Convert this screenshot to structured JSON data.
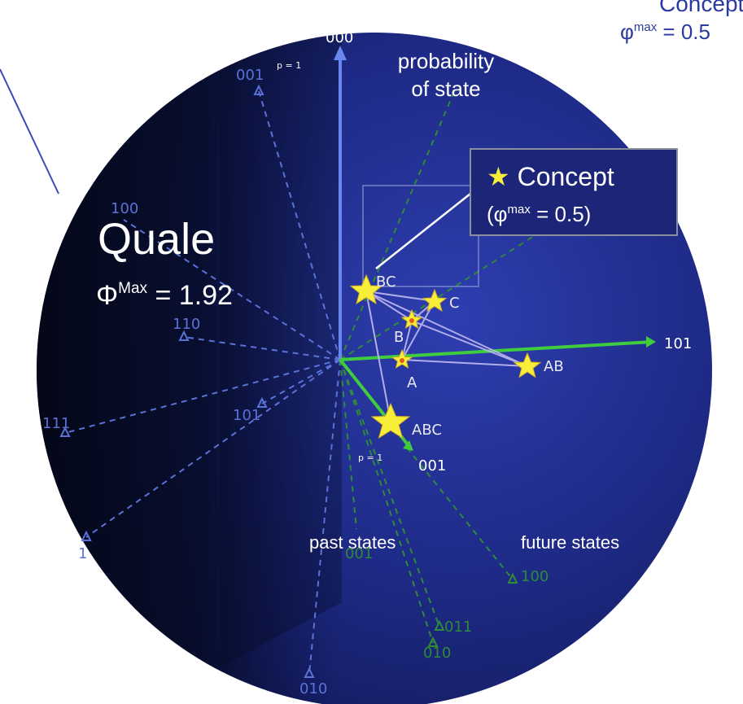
{
  "corner": {
    "concept_partial": "Concept",
    "phi_text": "φ",
    "phi_sup": "max",
    "phi_value": " = 0.5"
  },
  "quale": {
    "title": "Quale",
    "phi_symbol": "Φ",
    "phi_sup": "Max",
    "phi_value": " = 1.92"
  },
  "concept_box": {
    "star": "★",
    "title": " Concept",
    "open": "(φ",
    "sup": "max",
    "value": " = 0.5)"
  },
  "axis_labels": {
    "probability_line1": "probability",
    "probability_line2": "of state",
    "past": "past states",
    "future": "future states"
  },
  "state_labels": [
    "000",
    "001",
    "100",
    "110",
    "111",
    "101",
    "1",
    "010",
    "101",
    "001",
    "100",
    "011",
    "010",
    "001"
  ],
  "p_labels": [
    "p = 1",
    "p = 1"
  ],
  "concepts": [
    "BC",
    "C",
    "B",
    "A",
    "AB",
    "ABC"
  ],
  "colors": {
    "sphere_dark": "#050818",
    "sphere_mid": "#1a2270",
    "sphere_light": "#2b3aa8",
    "axis_blue": "#5a78e8",
    "green_line": "#3fcc3f",
    "star": "#f7ee3a",
    "concept_lines": "#b9b3ee",
    "label_white": "#ffffff",
    "corner_text": "#2a3aa0"
  }
}
